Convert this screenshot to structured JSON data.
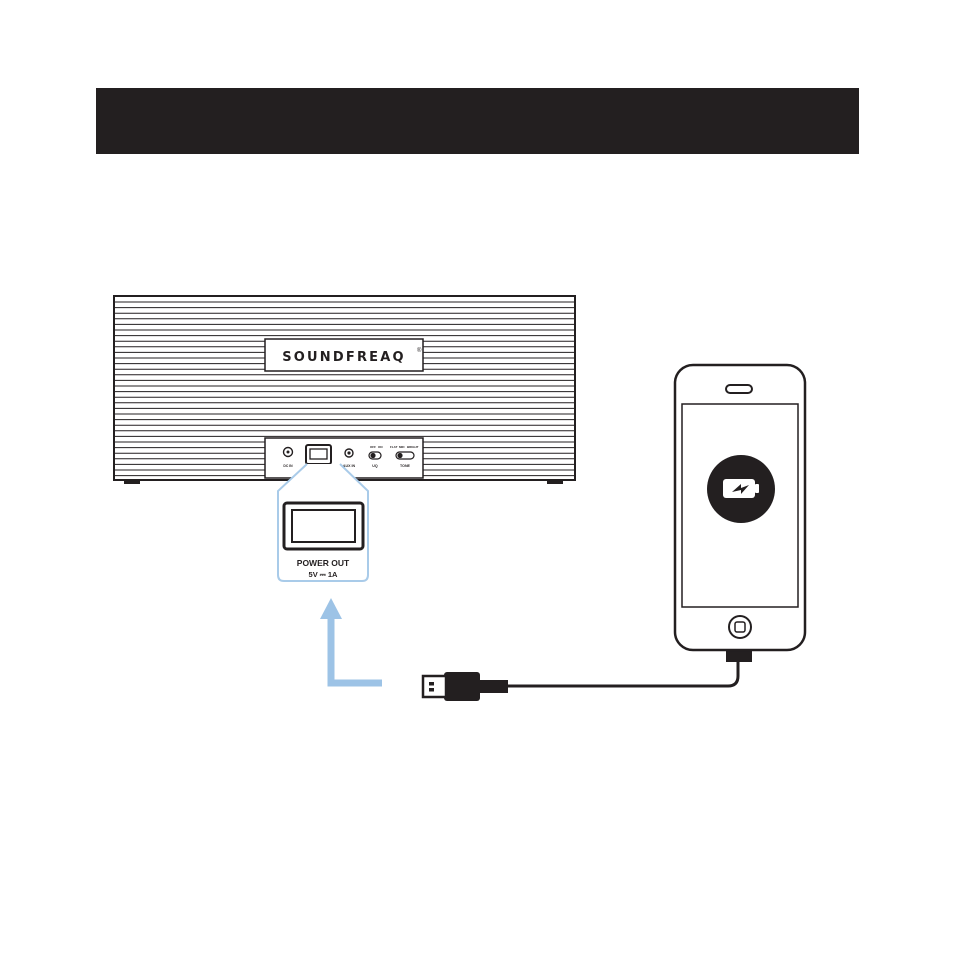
{
  "colors": {
    "header": "#231f20",
    "ink": "#231f20",
    "arrow": "#9dc3e6",
    "callout": "#a9cbe9",
    "paper": "#ffffff"
  },
  "speaker": {
    "brand": "SOUNDFREAQ",
    "brand_mark": "®",
    "ports": {
      "dc_label": "DC IN",
      "aux_label": "AUX IN",
      "usb_label": "POWER OUT",
      "switch1_label": "UQ",
      "switch2_label": "TONE",
      "switch1_opts": [
        "OFF",
        "ON"
      ],
      "switch2_opts": [
        "FLAT",
        "MID",
        "BRIGHT"
      ]
    }
  },
  "callout": {
    "title": "POWER OUT",
    "rating": "5V ⎓ 1A"
  },
  "icons": {
    "battery": "battery-charging-icon",
    "arrow": "up-arrow-icon",
    "usb": "usb-plug-icon"
  }
}
